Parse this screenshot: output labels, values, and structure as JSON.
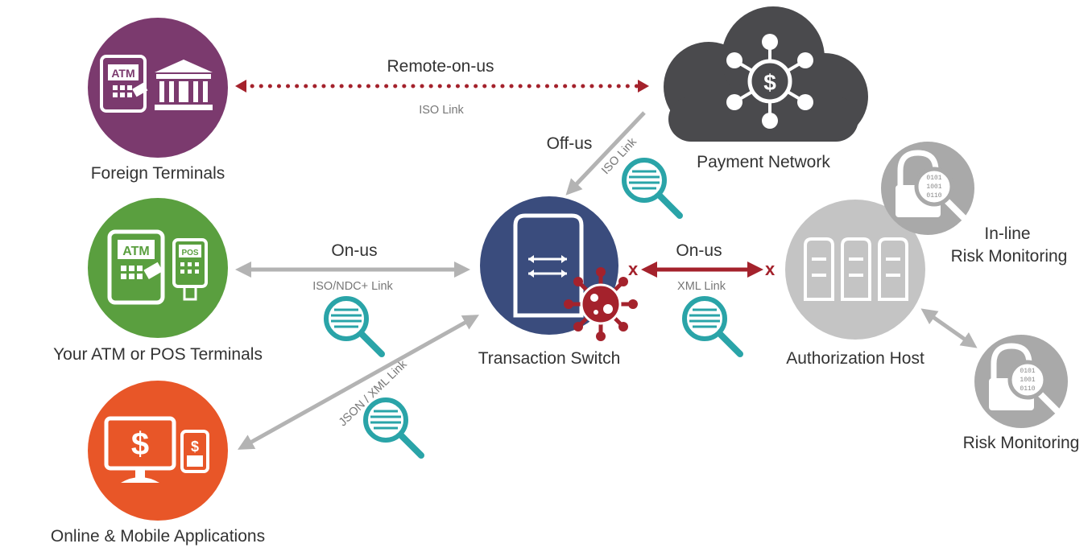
{
  "nodes": {
    "foreign_terminals": "Foreign Terminals",
    "your_terminals": "Your ATM or POS Terminals",
    "online_mobile": "Online & Mobile Applications",
    "transaction_switch": "Transaction Switch",
    "payment_network": "Payment Network",
    "authorization_host": "Authorization Host",
    "inline_risk_line1": "In-line",
    "inline_risk_line2": "Risk Monitoring",
    "risk_monitoring": "Risk Monitoring"
  },
  "connections": {
    "remote_on_us": {
      "label": "Remote-on-us",
      "link": "ISO Link"
    },
    "off_us": {
      "label": "Off-us",
      "link": "ISO Link"
    },
    "on_us_terminals": {
      "label": "On-us",
      "link": "ISO/NDC+ Link"
    },
    "on_us_host": {
      "label": "On-us",
      "link": "XML Link"
    },
    "online": {
      "link": "JSON / XML Link"
    }
  },
  "icon_text": {
    "atm": "ATM",
    "pos": "POS",
    "dollar": "$",
    "block_x": "x",
    "binary_1": "0101",
    "binary_2": "1001",
    "binary_3": "0110"
  },
  "colors": {
    "foreign": "#7b3a6e",
    "yours": "#5a9f3f",
    "online": "#e85628",
    "switch": "#3a4c7d",
    "cloud": "#4a4a4d",
    "host": "#c4c4c4",
    "risk": "#a9a9a9",
    "threat": "#a4222c",
    "magnifier": "#2aa4a8",
    "connector": "#b3b3b3"
  }
}
